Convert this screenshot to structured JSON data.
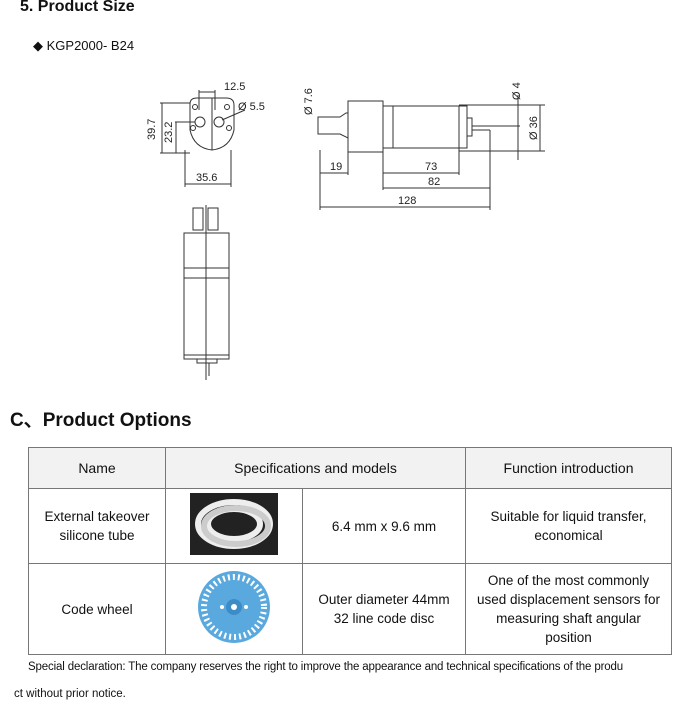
{
  "section5": {
    "heading": "5.   Product Size",
    "model": "◆ KGP2000- B24"
  },
  "drawing": {
    "dims": {
      "w12_5": "12.5",
      "d5_5": "Ø 5.5",
      "h39_7": "39.7",
      "h23_2": "23.2",
      "w35_6": "35.6",
      "d7_6": "Ø 7.6",
      "d4": "Ø 4",
      "d36": "Ø 36",
      "l19": "19",
      "l73": "73",
      "l82": "82",
      "l128": "128"
    }
  },
  "sectionC": {
    "heading": "C、Product Options"
  },
  "table": {
    "headers": [
      "Name",
      "Specifications and models",
      "Function introduction"
    ],
    "rows": [
      {
        "name": "External takeover silicone tube",
        "spec": "6.4 mm x 9.6 mm",
        "function": "Suitable for liquid transfer, economical",
        "image": "silicone-tube-photo"
      },
      {
        "name": "Code wheel",
        "spec": "Outer diameter 44mm 32 line code disc",
        "function": "One of the most commonly used displacement sensors for measuring shaft angular position",
        "image": "code-wheel-photo"
      }
    ]
  },
  "declaration": {
    "line1": "Special declaration: The company reserves the right to improve the appearance and technical specifications of the produ",
    "line2": "ct without prior notice."
  }
}
